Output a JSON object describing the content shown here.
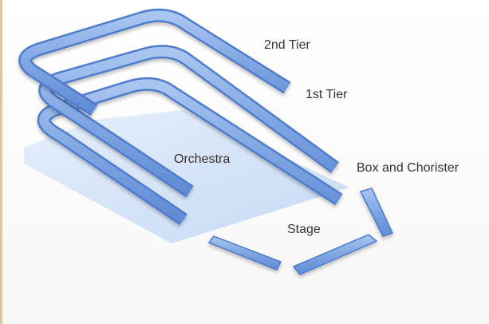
{
  "seating_chart": {
    "sections": {
      "tier2": {
        "label": "2nd Tier"
      },
      "tier1": {
        "label": "1st Tier"
      },
      "box": {
        "label": "Box and Chorister"
      },
      "orchestra": {
        "label": "Orchestra"
      },
      "stage": {
        "label": "Stage"
      }
    },
    "colors": {
      "tier_fill": "#7fa6e2",
      "tier_edge": "#4f7ccc",
      "floor_fill": "#cfe0f8",
      "label_text": "#3a3030",
      "border_accent": "#d9c8a6"
    }
  }
}
